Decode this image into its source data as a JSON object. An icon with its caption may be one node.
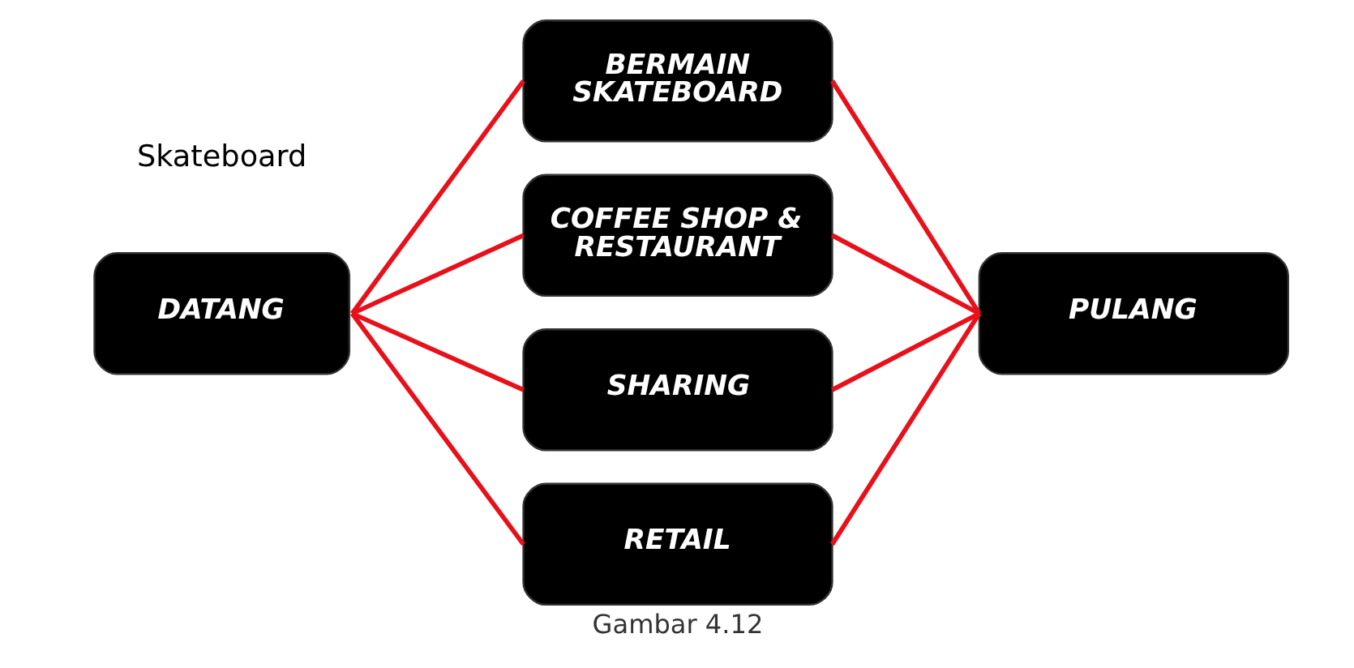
{
  "diagram": {
    "caption": "Gambar 4.12",
    "nodes": [
      {
        "text": [
          "DATANG"
        ]
      },
      {
        "text": [
          "BERMAIN SKATEBOARD"
        ]
      },
      {
        "text": [
          "COFFEE SHOP & RESTAURANT"
        ]
      },
      {
        "text": [
          "SHARING"
        ]
      },
      {
        "text": [
          "RETAIL"
        ]
      },
      {
        "text": [
          "PULANG"
        ]
      }
    ],
    "edges": [
      {
        "from": 0,
        "to": 1,
        "arrow": "none"
      },
      {
        "from": 0,
        "to": 2,
        "arrow": "none"
      },
      {
        "from": 0,
        "to": 3,
        "arrow": "none"
      },
      {
        "from": 0,
        "to": 4,
        "arrow": "none"
      },
      {
        "from": 1,
        "to": 5,
        "arrow": "none"
      },
      {
        "from": 2,
        "to": 5,
        "arrow": "none"
      },
      {
        "from": 3,
        "to": 5,
        "arrow": "none"
      },
      {
        "from": 4,
        "to": 5,
        "arrow": "none"
      }
    ],
    "labels": [
      "Skateboard"
    ]
  }
}
